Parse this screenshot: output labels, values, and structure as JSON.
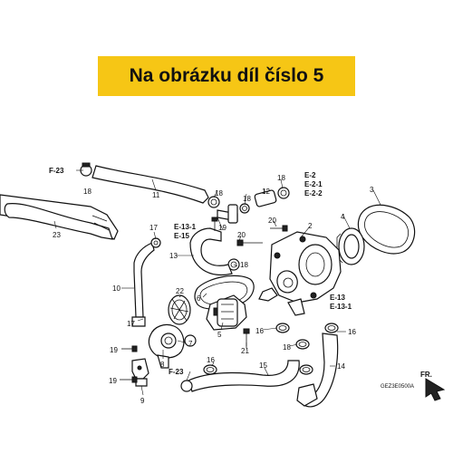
{
  "banner": {
    "text": "Na obrázku díl číslo 5",
    "color": "#f6c615"
  },
  "labels": {
    "F23a": "F-23",
    "n18a": "18",
    "n11": "11",
    "n18b": "18",
    "n18c": "18",
    "n12": "12",
    "n18d": "18",
    "E2": "E-2",
    "E21": "E-2-1",
    "E22": "E-2-2",
    "n3": "3",
    "n23": "23",
    "n17a": "17",
    "E131a": "E-13-1",
    "E15": "E-15",
    "n19a": "19",
    "n20a": "20",
    "n20b": "20",
    "n2": "2",
    "n4": "4",
    "n13": "13",
    "n18e": "18",
    "n10": "10",
    "n22": "22",
    "n6": "6",
    "E13": "E-13",
    "E131b": "E-13-1",
    "n17b": "17",
    "n5": "5",
    "n16a": "16",
    "n16b": "16",
    "n21": "21",
    "n18f": "18",
    "n7": "7",
    "n19b": "19",
    "n8": "8",
    "n9": "9",
    "n19c": "19",
    "F23b": "F-23",
    "n16c": "16",
    "n15": "15",
    "n14": "14",
    "code": "GEZ3E0500A",
    "fr": "FR."
  }
}
